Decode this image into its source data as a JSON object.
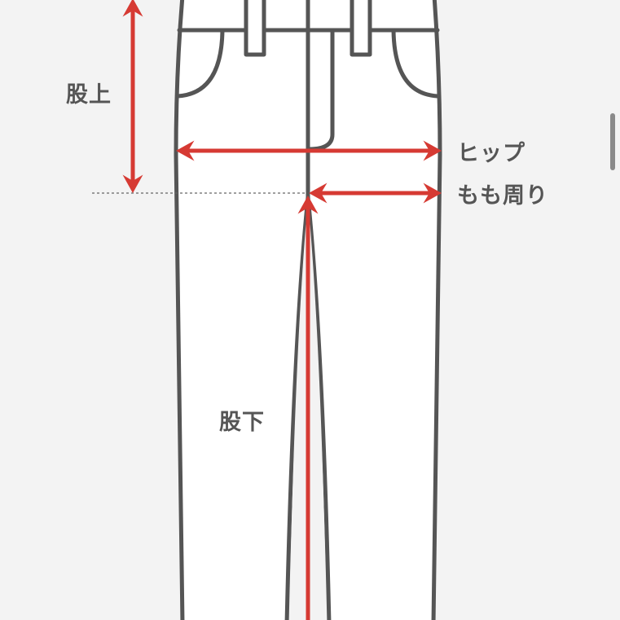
{
  "labels": {
    "rise": "股上",
    "hip": "ヒップ",
    "thigh": "もも周り",
    "inseam": "股下"
  },
  "colors": {
    "background": "#f3f3f3",
    "outline": "#555555",
    "measure": "#d63a33"
  }
}
